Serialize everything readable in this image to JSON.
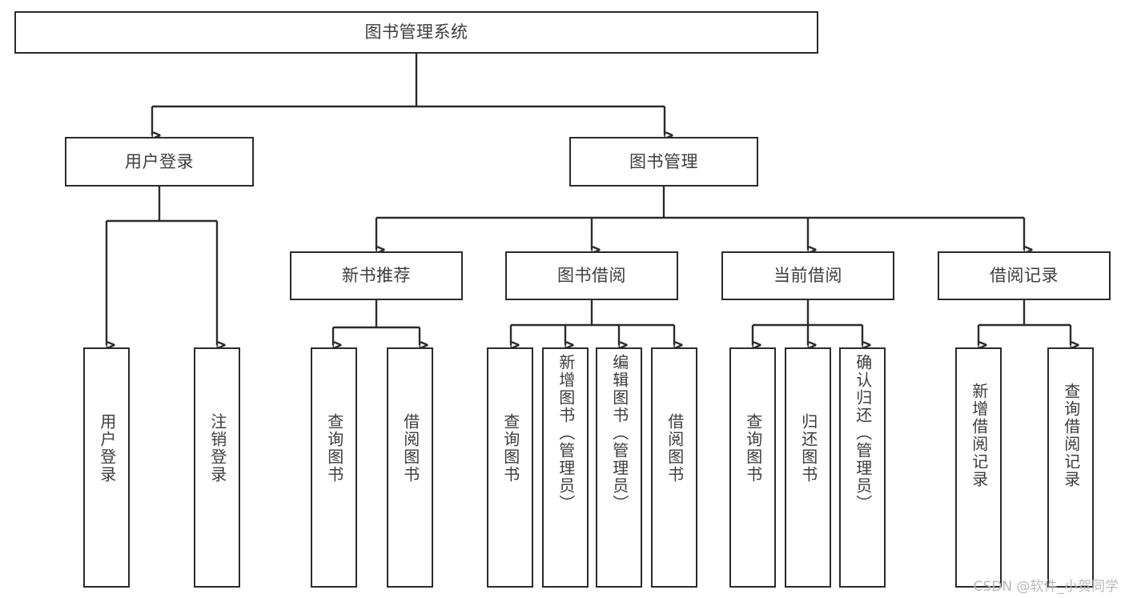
{
  "diagram": {
    "title": "图书管理系统",
    "type": "tree-hierarchy-chart",
    "arrow_color": "#2b2b2b",
    "box_border_color": "#2b2b2b",
    "text_color": "#3d3d3d",
    "background_color": "#ffffff"
  },
  "root": {
    "label": "图书管理系统"
  },
  "level2": [
    {
      "label": "用户登录"
    },
    {
      "label": "图书管理"
    }
  ],
  "level3": [
    {
      "label": "新书推荐"
    },
    {
      "label": "图书借阅"
    },
    {
      "label": "当前借阅"
    },
    {
      "label": "借阅记录"
    }
  ],
  "leaves": {
    "user_login": [
      {
        "label": "用户登录"
      },
      {
        "label": "注销登录"
      }
    ],
    "new_book_recommend": [
      {
        "label": "查询图书"
      },
      {
        "label": "借阅图书"
      }
    ],
    "book_borrow": [
      {
        "label": "查询图书"
      },
      {
        "label": "新增图书（管理员）"
      },
      {
        "label": "编辑图书（管理员）"
      },
      {
        "label": "借阅图书"
      }
    ],
    "current_borrow": [
      {
        "label": "查询图书"
      },
      {
        "label": "归还图书"
      },
      {
        "label": "确认归还（管理员）"
      }
    ],
    "borrow_record": [
      {
        "label": "新增借阅记录"
      },
      {
        "label": "查询借阅记录"
      }
    ]
  },
  "watermark": {
    "text": "CSDN @软件_小贺同学"
  }
}
